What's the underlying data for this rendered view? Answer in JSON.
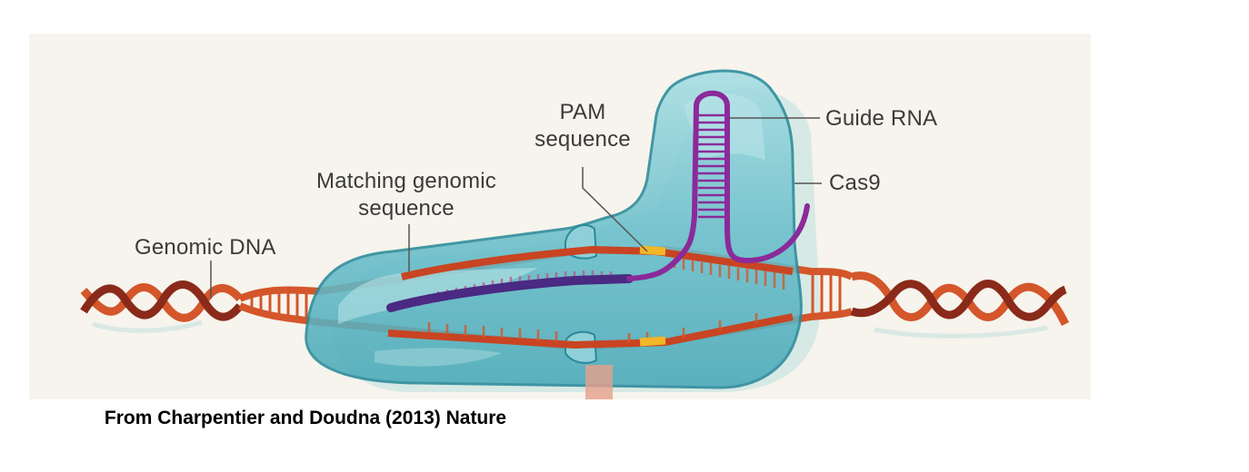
{
  "figure": {
    "labels": {
      "genomic_dna": "Genomic DNA",
      "matching_line1": "Matching genomic",
      "matching_line2": "sequence",
      "pam_line1": "PAM",
      "pam_line2": "sequence",
      "guide_rna": "Guide RNA",
      "cas9": "Cas9"
    },
    "colors": {
      "background": "#f6f4ec",
      "dna_strand": "#d4562a",
      "dna_dark": "#8a2a1a",
      "guide_rna": "#8b2a9a",
      "matching_rna": "#5a2a8a",
      "pam": "#f2b628",
      "cas9_body": "#6fc4cf",
      "cas9_edge": "#2a8a9a"
    }
  },
  "caption": "From Charpentier and Doudna (2013) Nature"
}
